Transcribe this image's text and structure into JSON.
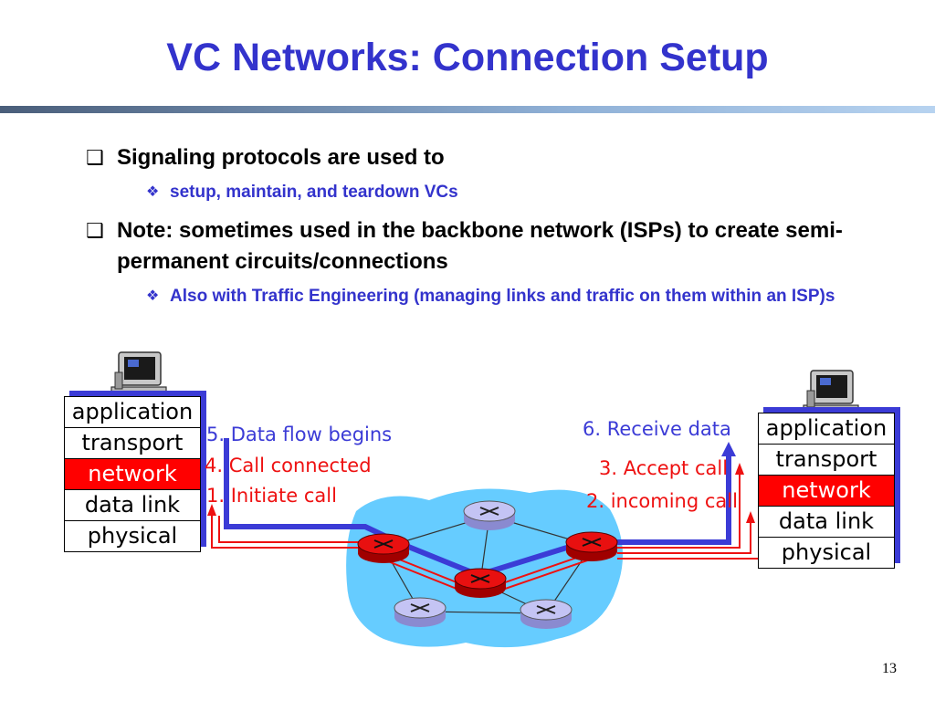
{
  "title": "VC Networks: Connection Setup",
  "colors": {
    "title": "#3333cc",
    "accent_blue": "#3b3bd6",
    "signal_red": "#ee1111",
    "cloud": "#66ccff",
    "router_red": "#e81010",
    "router_lavender": "#b8b8f0"
  },
  "bullets": [
    {
      "text": "Signaling protocols are used to",
      "sub": [
        "setup, maintain, and  teardown VCs"
      ]
    },
    {
      "text": "Note: sometimes used in the backbone network (ISPs) to create semi-permanent circuits/connections",
      "sub": [
        "Also with Traffic Engineering (managing links and traffic on them within an ISP)s"
      ]
    }
  ],
  "stack_layers": [
    "application",
    "transport",
    "network",
    "data link",
    "physical"
  ],
  "left_host": {
    "icon": "computer-icon"
  },
  "right_host": {
    "icon": "computer-icon"
  },
  "labels": {
    "data_flow": "5. Data flow begins",
    "call_connected": "4. Call connected",
    "initiate_call": "1. Initiate call",
    "receive_data": "6. Receive data",
    "accept_call": "3. Accept call",
    "incoming_call": "2. incoming call"
  },
  "page_number": "13"
}
